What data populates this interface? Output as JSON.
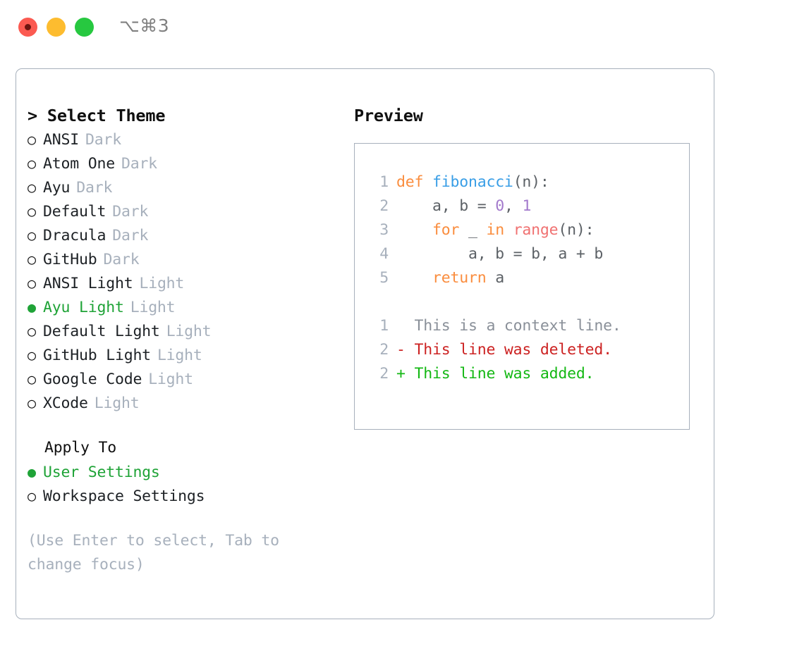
{
  "window": {
    "title": "⌥⌘3",
    "traffic_lights": [
      {
        "name": "close-button",
        "color": "#FB5A51"
      },
      {
        "name": "minimize-button",
        "color": "#FDBC2F"
      },
      {
        "name": "maximize-button",
        "color": "#27C840"
      }
    ]
  },
  "left": {
    "heading": "> Select Theme",
    "themes": [
      {
        "bullet": "○",
        "label": "ANSI",
        "tag": "Dark",
        "selected": false
      },
      {
        "bullet": "○",
        "label": "Atom One",
        "tag": "Dark",
        "selected": false
      },
      {
        "bullet": "○",
        "label": "Ayu",
        "tag": "Dark",
        "selected": false
      },
      {
        "bullet": "○",
        "label": "Default",
        "tag": "Dark",
        "selected": false
      },
      {
        "bullet": "○",
        "label": "Dracula",
        "tag": "Dark",
        "selected": false
      },
      {
        "bullet": "○",
        "label": "GitHub",
        "tag": "Dark",
        "selected": false
      },
      {
        "bullet": "○",
        "label": "ANSI Light",
        "tag": "Light",
        "selected": false
      },
      {
        "bullet": "●",
        "label": "Ayu Light",
        "tag": "Light",
        "selected": true
      },
      {
        "bullet": "○",
        "label": "Default Light",
        "tag": "Light",
        "selected": false
      },
      {
        "bullet": "○",
        "label": "GitHub Light",
        "tag": "Light",
        "selected": false
      },
      {
        "bullet": "○",
        "label": "Google Code",
        "tag": "Light",
        "selected": false
      },
      {
        "bullet": "○",
        "label": "XCode",
        "tag": "Light",
        "selected": false
      }
    ],
    "apply_to": {
      "heading": "Apply To",
      "options": [
        {
          "bullet": "●",
          "label": "User Settings",
          "selected": true
        },
        {
          "bullet": "○",
          "label": "Workspace Settings",
          "selected": false
        }
      ]
    },
    "hint": "(Use Enter to select, Tab to change focus)"
  },
  "right": {
    "heading": "Preview",
    "code_lines": [
      {
        "num": "1",
        "tokens": [
          {
            "t": "def ",
            "c": "kw"
          },
          {
            "t": "fibonacci",
            "c": "fn"
          },
          {
            "t": "(n):",
            "c": "plain"
          }
        ]
      },
      {
        "num": "2",
        "tokens": [
          {
            "t": "    a, b = ",
            "c": "var"
          },
          {
            "t": "0",
            "c": "num"
          },
          {
            "t": ", ",
            "c": "var"
          },
          {
            "t": "1",
            "c": "num"
          }
        ]
      },
      {
        "num": "3",
        "tokens": [
          {
            "t": "    for ",
            "c": "kw"
          },
          {
            "t": "_ ",
            "c": "var"
          },
          {
            "t": "in ",
            "c": "kw"
          },
          {
            "t": "range",
            "c": "call"
          },
          {
            "t": "(n):",
            "c": "plain"
          }
        ]
      },
      {
        "num": "4",
        "tokens": [
          {
            "t": "        a, b = b, a + b",
            "c": "var"
          }
        ]
      },
      {
        "num": "5",
        "tokens": [
          {
            "t": "    return ",
            "c": "kw"
          },
          {
            "t": "a",
            "c": "var"
          }
        ]
      }
    ],
    "diff_lines": [
      {
        "num": "1",
        "text": "  This is a context line.",
        "kind": "ctx"
      },
      {
        "num": "2",
        "text": "- This line was deleted.",
        "kind": "del"
      },
      {
        "num": "2",
        "text": "+ This line was added.",
        "kind": "add"
      }
    ]
  },
  "colors": {
    "accent_green": "#1FA337",
    "border": "#A7B0BC",
    "muted": "#A7B0BC",
    "kw": "#FA8D3E",
    "fn": "#399EE6",
    "num": "#A37ACC",
    "call": "#F07171",
    "var": "#5C6166",
    "diff_add": "#14B814",
    "diff_del": "#CC2222"
  }
}
